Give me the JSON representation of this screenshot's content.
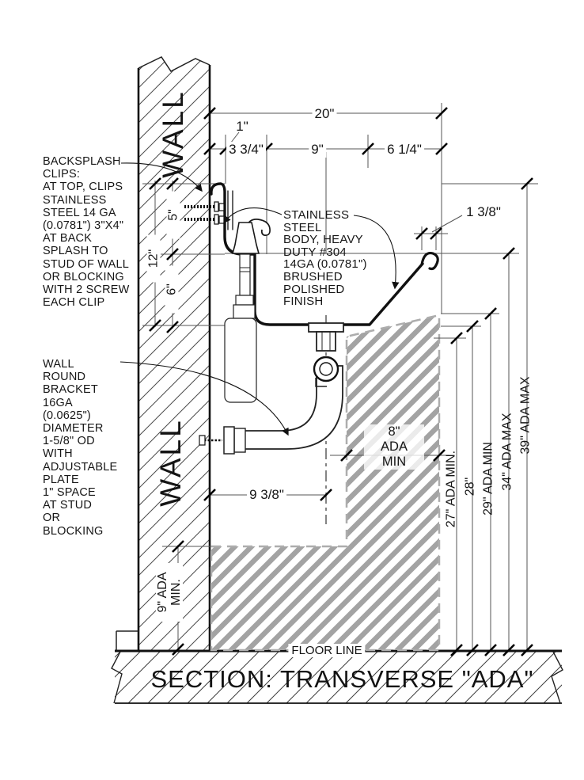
{
  "drawing": {
    "title": "SECTION: TRANSVERSE \"ADA\"",
    "wall_label_upper": "WALL",
    "wall_label_lower": "WALL",
    "floor_label": "FLOOR LINE"
  },
  "notes": {
    "backsplash_clips": "BACKSPLASH\nCLIPS:\nAT TOP, CLIPS\nSTAINLESS\nSTEEL 14 GA\n(0.0781\") 3\"X4\"\nAT BACK\nSPLASH TO\nSTUD OF WALL\nOR BLOCKING\nWITH 2 SCREW\nEACH CLIP",
    "wall_bracket": "WALL\nROUND\nBRACKET\n16GA\n(0.0625\")\nDIAMETER\n1-5/8\" OD\nWITH\nADJUSTABLE\nPLATE\n1\" SPACE\nAT STUD\nOR\nBLOCKING",
    "body_spec": "STAINLESS\nSTEEL\nBODY, HEAVY\nDUTY #304\n14GA (0.0781\")\nBRUSHED\nPOLISHED\nFINISH"
  },
  "dims": {
    "w20": "20\"",
    "w1": "1\"",
    "w334": "3 3/4\"",
    "w9": "9\"",
    "w614": "6 1/4\"",
    "w138": "1 3/8\"",
    "h5": "5\"",
    "h12": "12\"",
    "h6": "6\"",
    "w938": "9 3/8\"",
    "knee": "8\"\nADA\nMIN",
    "toe": "9\" ADA\nMIN.",
    "a27": "27\" ADA MIN.",
    "a28": "28\"",
    "a29": "29\" ADA MIN",
    "a34": "34\" ADA MAX",
    "a39": "39\" ADA MAX"
  }
}
